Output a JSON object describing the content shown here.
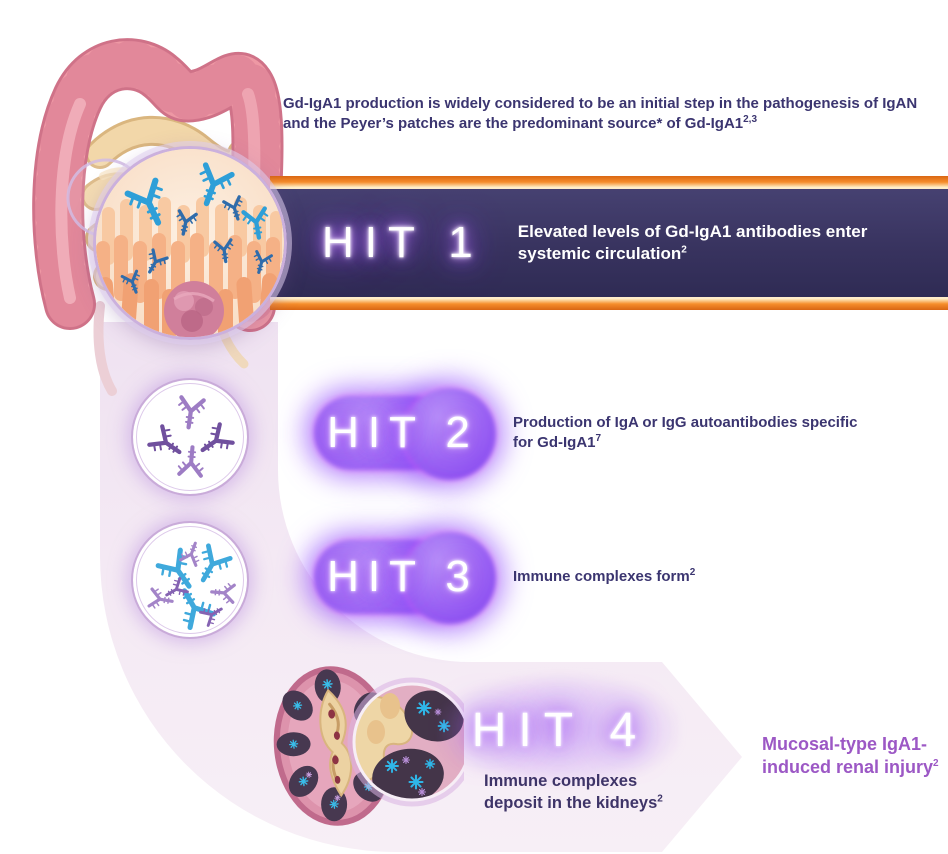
{
  "colors": {
    "heading_text": "#3b3570",
    "banner_navy": "#38335f",
    "banner_orange": "#ef801f",
    "banner_cream_line": "#ffedc9",
    "band_pink": "#f3e7f3",
    "neon_core": "#ffffff",
    "neon_glow_purple": "#9b4df2",
    "blob_purple": "#9a63f3",
    "outcome_purple": "#9c58c5",
    "antibody_purple": "#7b57ad",
    "antibody_blue": "#2e9fd8"
  },
  "heading": {
    "text": "Gd-IgA1 production is widely considered to be an initial step in the pathogenesis of IgAN and the Peyer’s patches are the predominant source* of Gd-IgA1",
    "sup": "2,3"
  },
  "hits": [
    {
      "label": "HIT 1",
      "desc": "Elevated levels of Gd-IgA1 antibodies enter systemic circulation",
      "sup": "2"
    },
    {
      "label": "HIT 2",
      "desc": "Production of IgA or IgG autoantibodies specific for Gd-IgA1",
      "sup": "7"
    },
    {
      "label": "HIT 3",
      "desc": "Immune complexes form",
      "sup": "2"
    },
    {
      "label": "HIT 4",
      "desc": "Immune complexes deposit in the kidneys",
      "sup": "2"
    }
  ],
  "outcome": {
    "text": "Mucosal-type IgA1-induced renal injury",
    "sup": "2"
  }
}
